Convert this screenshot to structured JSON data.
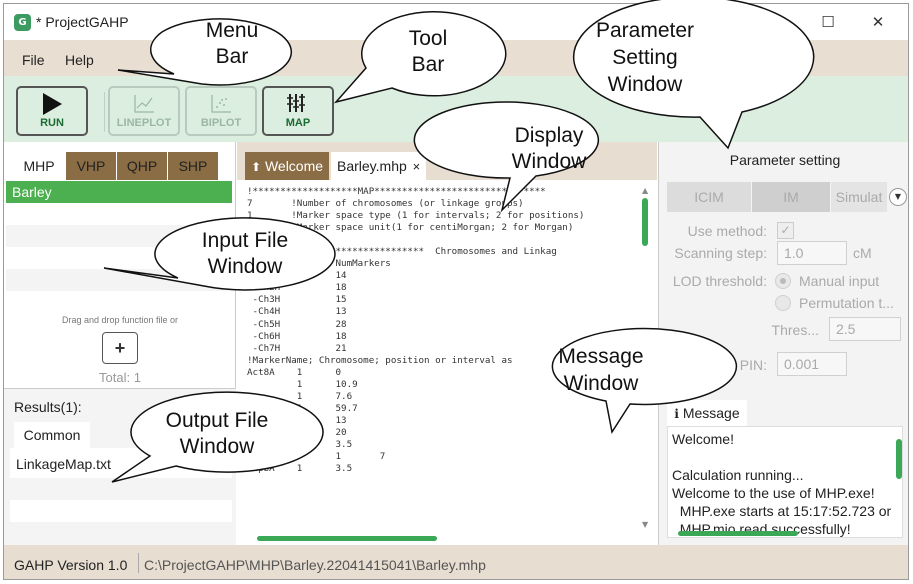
{
  "window": {
    "title": "* ProjectGAHP",
    "app_icon": "gahp-logo-icon",
    "controls": [
      "minimize-icon",
      "maximize-icon",
      "close-icon"
    ]
  },
  "menu": {
    "items": [
      "File",
      "Help"
    ]
  },
  "toolbar": {
    "buttons": [
      {
        "label": "RUN",
        "icon": "play-icon",
        "enabled": true
      },
      {
        "label": "LINEPLOT",
        "icon": "lineplot-icon",
        "enabled": false
      },
      {
        "label": "BIPLOT",
        "icon": "biplot-icon",
        "enabled": false
      },
      {
        "label": "MAP",
        "icon": "map-icon",
        "enabled": true
      }
    ]
  },
  "left_panel": {
    "tabs": [
      "MHP",
      "VHP",
      "QHP",
      "SHP"
    ],
    "active_tab": "MHP",
    "selected_item": "Barley",
    "drag_text": "Drag and drop function file or",
    "add_button": "+",
    "total": "Total: 1",
    "results_label": "Results(1):",
    "results_tab": "Common",
    "output_item": "LinkageMap.txt"
  },
  "center_panel": {
    "tabs": [
      {
        "label": "Welcome",
        "icon": "pin-icon"
      },
      {
        "label": "Barley.mhp",
        "close_icon": "×"
      }
    ],
    "lines": [
      "!*******************MAP*******************************",
      "7       !Number of chromosomes (or linkage groups)",
      "1       !Marker space type (1 for intervals; 2 for positions)",
      "1       !Marker space unit(1 for centiMorgan; 2 for Morgan)",
      "",
      "!*******************************  Chromosomes and Linkag",
      "!ChrName;       NumMarkers",
      " -Ch1H          14",
      " -Ch2H          18",
      " -Ch3H          15",
      " -Ch4H          13",
      " -Ch5H          28",
      " -Ch6H          18",
      " -Ch7H          21",
      "!MarkerName; Chromosome; position or interval as",
      "Act8A    1      0",
      "         1      10.9",
      "         1      7.6",
      "         1      59.7",
      "ABG464   1      13",
      "Dor3     1      20",
      "iPgd2    1      3.5",
      "cMWG733A        1       7",
      "AtpbA    1      3.5"
    ]
  },
  "right_panel": {
    "title": "Parameter setting",
    "tabs": [
      "ICIM",
      "IM",
      "Simulat"
    ],
    "tab_menu_icon": "dropdown-arrow-icon",
    "use_method_label": "Use method:",
    "use_method_checked": true,
    "scanning_step_label": "Scanning step:",
    "scanning_step_value": "1.0",
    "scanning_step_unit": "cM",
    "lod_label": "LOD threshold:",
    "lod_option_manual": "Manual input",
    "lod_option_perm": "Permutation t...",
    "threshold_label": "Thres...",
    "threshold_value": "2.5",
    "pin_label": "PIN:",
    "pin_value": "0.001",
    "message_tab": "Message",
    "message_icon": "info-icon",
    "messages": [
      "Welcome!",
      "",
      "Calculation running...",
      "Welcome to the use of MHP.exe!",
      "  MHP.exe starts at 15:17:52.723 or",
      "  MHP.mio read successfully!"
    ]
  },
  "status": {
    "version": "GAHP Version 1.0",
    "path": "C:\\ProjectGAHP\\MHP\\Barley.22041415041\\Barley.mhp"
  },
  "callouts": [
    {
      "id": "menu-bar",
      "lines": [
        "Menu",
        "Bar"
      ]
    },
    {
      "id": "tool-bar",
      "lines": [
        "Tool",
        "Bar"
      ]
    },
    {
      "id": "parameter-setting-window",
      "lines": [
        "Parameter",
        "Setting",
        "Window"
      ]
    },
    {
      "id": "display-window",
      "lines": [
        "Display",
        "Window"
      ]
    },
    {
      "id": "input-file-window",
      "lines": [
        "Input File",
        "Window"
      ]
    },
    {
      "id": "message-window",
      "lines": [
        "Message",
        "Window"
      ]
    },
    {
      "id": "output-file-window",
      "lines": [
        "Output File",
        "Window"
      ]
    }
  ],
  "colors": {
    "menubar": "#e9ded2",
    "toolbar": "#dceee0",
    "accent_green": "#4caf50",
    "active_tab_brown": "#8a6d45"
  }
}
